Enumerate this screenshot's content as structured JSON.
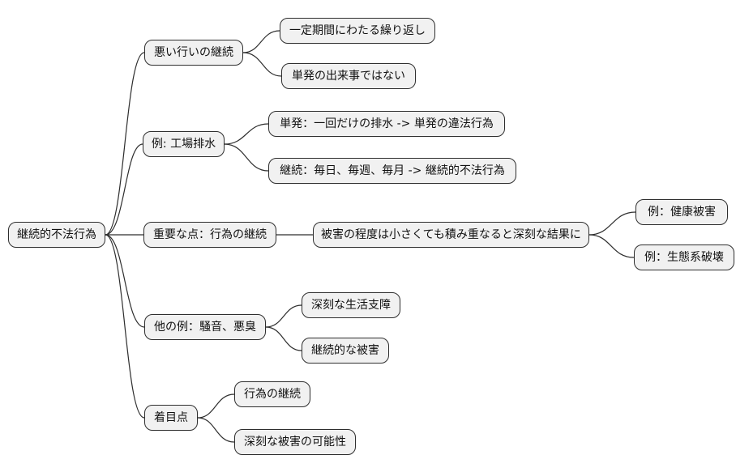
{
  "diagram": {
    "type": "mindmap",
    "background": "#ffffff",
    "node_fill": "#f1f1f1",
    "node_border": "#2e2e2e",
    "line_color": "#2e2e2e",
    "text_color": "#111111",
    "root": {
      "label": "継続的不法行為"
    },
    "branches": [
      {
        "label": "悪い行いの継続",
        "children": [
          {
            "label": "一定期間にわたる繰り返し"
          },
          {
            "label": "単発の出来事ではない"
          }
        ]
      },
      {
        "label": "例: 工場排水",
        "children": [
          {
            "label": "単発：一回だけの排水 -> 単発の違法行為"
          },
          {
            "label": "継続：毎日、毎週、毎月 -> 継続的不法行為"
          }
        ]
      },
      {
        "label": "重要な点：行為の継続",
        "children": [
          {
            "label": "被害の程度は小さくても積み重なると深刻な結果に",
            "children": [
              {
                "label": "例：健康被害"
              },
              {
                "label": "例：生態系破壊"
              }
            ]
          }
        ]
      },
      {
        "label": "他の例：騒音、悪臭",
        "children": [
          {
            "label": "深刻な生活支障"
          },
          {
            "label": "継続的な被害"
          }
        ]
      },
      {
        "label": "着目点",
        "children": [
          {
            "label": "行為の継続"
          },
          {
            "label": "深刻な被害の可能性"
          }
        ]
      }
    ]
  }
}
